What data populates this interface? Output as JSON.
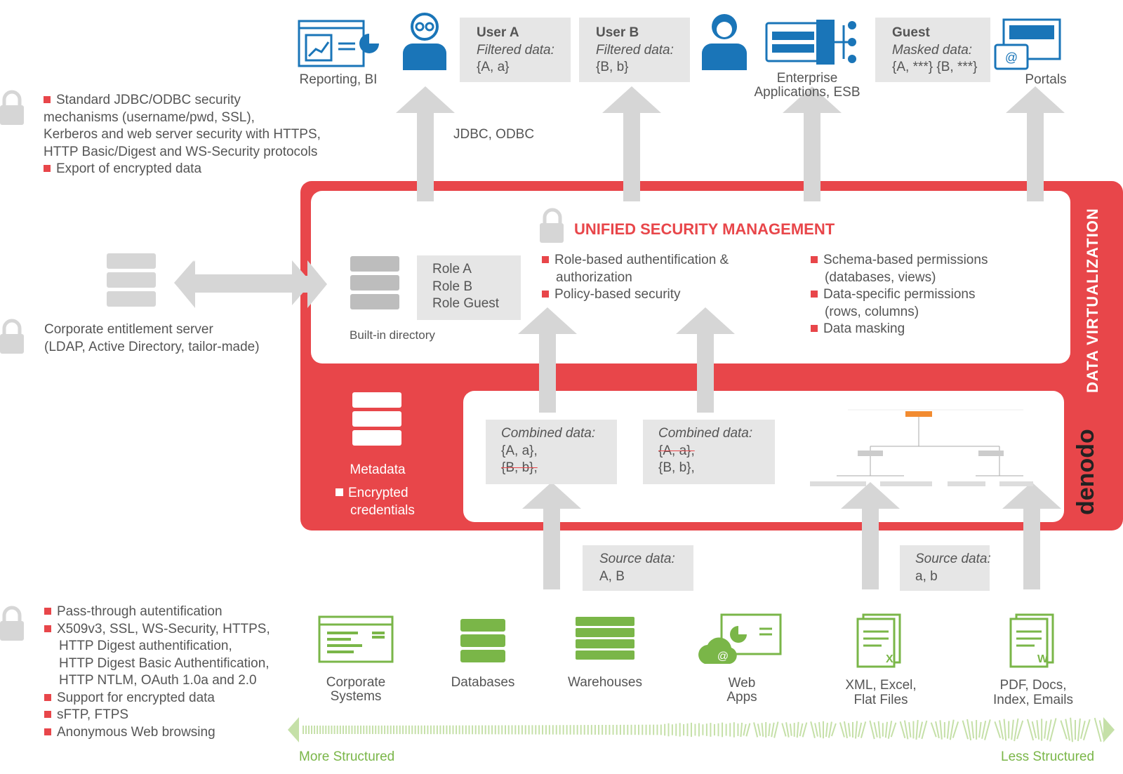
{
  "left_panels": {
    "standard": {
      "items": [
        [
          "Standard JDBC/ODBC security",
          "mechanisms (username/pwd, SSL),",
          "Kerberos and web server security with HTTPS,",
          "HTTP Basic/Digest and WS-Security protocols"
        ],
        [
          "Export of encrypted data"
        ]
      ]
    },
    "corporate": {
      "lines": [
        "Corporate entitlement server",
        "(LDAP, Active Directory, tailor-made)"
      ]
    },
    "source_security": {
      "items": [
        [
          "Pass-through autentification"
        ],
        [
          "X509v3, SSL, WS-Security, HTTPS,",
          "HTTP Digest authentification,",
          "HTTP Digest Basic Authentification,",
          "HTTP NTLM, OAuth 1.0a and 2.0"
        ],
        [
          "Support for encrypted data"
        ],
        [
          "sFTP, FTPS"
        ],
        [
          "Anonymous Web browsing"
        ]
      ]
    }
  },
  "consumers": {
    "reporting_label": "Reporting, BI",
    "enterprise_label": [
      "Enterprise",
      "Applications, ESB"
    ],
    "portals_label": "Portals",
    "user_a": {
      "name": "User A",
      "sub": "Filtered data:",
      "value": "{A, a}"
    },
    "user_b": {
      "name": "User B",
      "sub": "Filtered data:",
      "value": "{B, b}"
    },
    "guest": {
      "name": "Guest",
      "sub": "Masked data:",
      "value": "{A, ***} {B, ***}"
    },
    "jdbc_label": "JDBC, ODBC"
  },
  "dv": {
    "side_title": "DATA VIRTUALIZATION",
    "brand": "denodo",
    "usm_title": "UNIFIED SECURITY MANAGEMENT",
    "roles": [
      "Role A",
      "Role B",
      "Role Guest"
    ],
    "builtin_label": "Built-in directory",
    "features_mid": [
      [
        "Role-based authentification &",
        "authorization"
      ],
      [
        "Policy-based security"
      ]
    ],
    "features_right": [
      [
        "Schema-based permissions",
        "(databases, views)"
      ],
      [
        "Data-specific permissions",
        "(rows, columns)"
      ],
      [
        "Data masking"
      ]
    ],
    "metadata_label": "Metadata",
    "encrypted_label": [
      "Encrypted",
      "credentials"
    ],
    "combined_1": {
      "title": "Combined data:",
      "line1": "{A, a},",
      "line2": "{B, b},"
    },
    "combined_2": {
      "title": "Combined data:",
      "line1": "{A, a},",
      "line2": "{B, b},"
    }
  },
  "source_data": {
    "box1": {
      "title": "Source data:",
      "value": "A, B"
    },
    "box2": {
      "title": "Source data:",
      "value": "a, b"
    }
  },
  "sources": [
    {
      "lines": [
        "Corporate",
        "Systems"
      ]
    },
    {
      "lines": [
        "Databases"
      ]
    },
    {
      "lines": [
        "Warehouses"
      ]
    },
    {
      "lines": [
        "Web",
        "Apps"
      ]
    },
    {
      "lines": [
        "XML, Excel,",
        "Flat Files"
      ]
    },
    {
      "lines": [
        "PDF, Docs,",
        "Index, Emails"
      ]
    }
  ],
  "spectrum": {
    "left": "More Structured",
    "right": "Less Structured"
  },
  "colors": {
    "red": "#e8464a",
    "blue": "#1a75b8",
    "green": "#7ab648",
    "grey": "#d8d8d8"
  }
}
